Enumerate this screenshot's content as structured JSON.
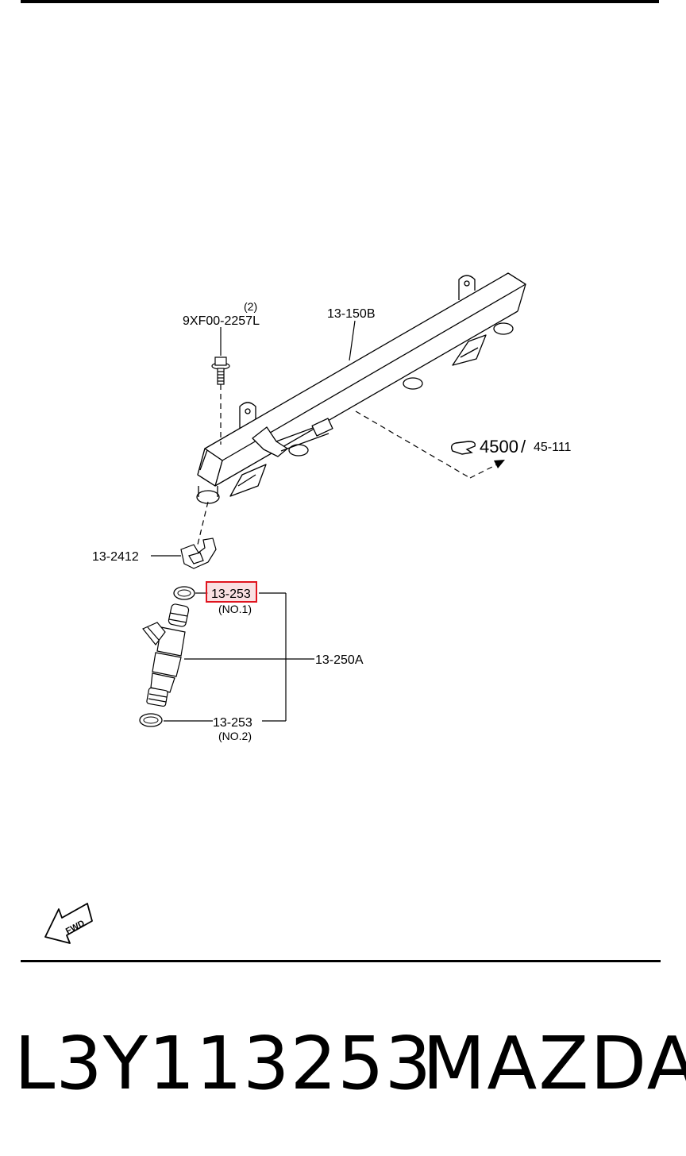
{
  "callouts": {
    "bolt_qty": "(2)",
    "bolt_part": "9XF00-2257L",
    "fuel_rail": "13-150B",
    "ref_num": "4500",
    "ref_sub": "45-111",
    "clip": "13-2412",
    "oring_top": "13-253",
    "oring_top_note": "(NO.1)",
    "injector": "13-250A",
    "oring_bottom": "13-253",
    "oring_bottom_note": "(NO.2)"
  },
  "fwd_label": "FWD",
  "caption": {
    "part_number": "L3Y113253",
    "brand": "MAZDA"
  },
  "colors": {
    "line": "#000000",
    "highlight_border": "#e0141e",
    "highlight_fill": "#f7d3d5"
  }
}
